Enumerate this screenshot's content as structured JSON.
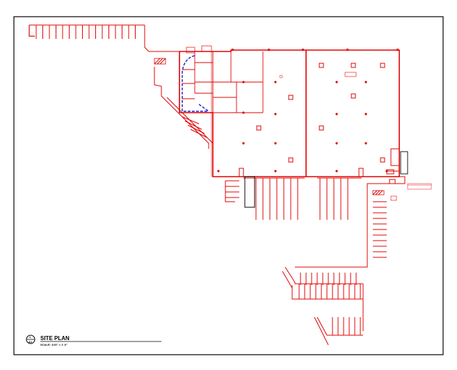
{
  "drawing": {
    "title": "SITE PLAN",
    "scale": "SCALE: 1/16\" = 1'-0\"",
    "detail_number": "1",
    "detail_sheet": "A1"
  },
  "colors": {
    "plan_lines": "#e00000",
    "accessible_route": "#1a1acc",
    "frame": "#000000",
    "background": "#ffffff"
  },
  "icons": {
    "title_marker": "section-bubble-icon",
    "column": "column-square-icon",
    "north": "none"
  }
}
